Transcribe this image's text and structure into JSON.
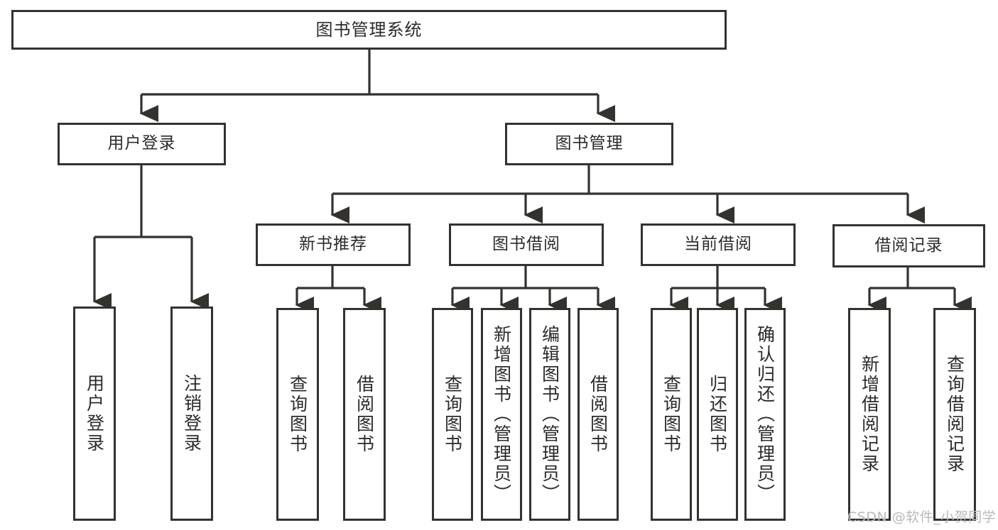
{
  "diagram": {
    "type": "tree",
    "title": "图书管理系统",
    "orientation": "top-down",
    "colors": {
      "node_border": "#33322f",
      "node_fill": "#ffffff",
      "edge": "#33322f",
      "text": "#2b2b2b",
      "watermark": "#b9b9b9",
      "background": "#ffffff"
    },
    "root": {
      "label": "图书管理系统"
    },
    "level1": [
      {
        "label": "用户登录"
      },
      {
        "label": "图书管理"
      }
    ],
    "level2": [
      {
        "label": "新书推荐"
      },
      {
        "label": "图书借阅"
      },
      {
        "label": "当前借阅"
      },
      {
        "label": "借阅记录"
      }
    ],
    "leaves": {
      "user_login": [
        {
          "label": "用户登录"
        },
        {
          "label": "注销登录"
        }
      ],
      "new_book_recommend": [
        {
          "label": "查询图书"
        },
        {
          "label": "借阅图书"
        }
      ],
      "book_borrow": [
        {
          "label": "查询图书"
        },
        {
          "label": "新增图书（管理员）"
        },
        {
          "label": "编辑图书（管理员）"
        },
        {
          "label": "借阅图书"
        }
      ],
      "current_borrow": [
        {
          "label": "查询图书"
        },
        {
          "label": "归还图书"
        },
        {
          "label": "确认归还（管理员）"
        }
      ],
      "borrow_record": [
        {
          "label": "新增借阅记录"
        },
        {
          "label": "查询借阅记录"
        }
      ]
    }
  },
  "watermark": {
    "text": "CSDN @软件_小贺同学"
  }
}
